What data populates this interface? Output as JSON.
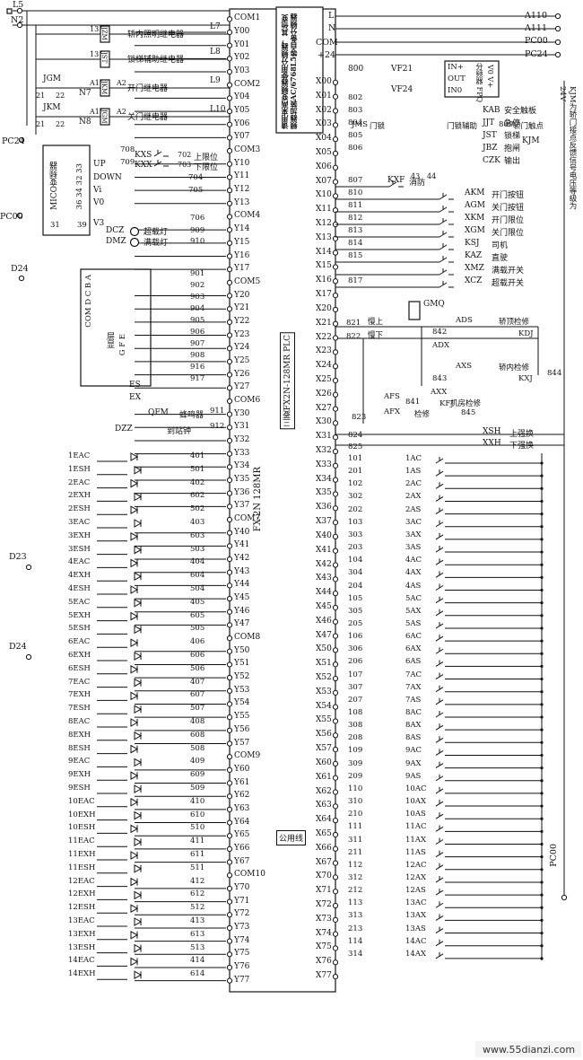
{
  "plc": {
    "model_vertical": "FX-2N 128MR",
    "note_vertical": "三菱FX2N-128MR PLC",
    "com_labels": [
      "COM1",
      "COM2",
      "COM3",
      "COM4",
      "COM5",
      "COM6",
      "COM7",
      "COM8",
      "COM9",
      "COM10"
    ],
    "y_outputs": [
      "Y00",
      "Y01",
      "Y02",
      "Y03",
      "Y04",
      "Y05",
      "Y06",
      "Y07",
      "Y10",
      "Y11",
      "Y12",
      "Y13",
      "Y14",
      "Y15",
      "Y16",
      "Y17",
      "Y20",
      "Y21",
      "Y22",
      "Y23",
      "Y24",
      "Y25",
      "Y26",
      "Y27",
      "Y30",
      "Y31",
      "Y32",
      "Y33",
      "Y34",
      "Y35",
      "Y36",
      "Y37",
      "Y40",
      "Y41",
      "Y42",
      "Y43",
      "Y44",
      "Y45",
      "Y46",
      "Y47",
      "Y50",
      "Y51",
      "Y52",
      "Y53",
      "Y54",
      "Y55",
      "Y56",
      "Y57",
      "Y60",
      "Y61",
      "Y62",
      "Y63",
      "Y64",
      "Y65",
      "Y66",
      "Y67",
      "Y70",
      "Y71",
      "Y72",
      "Y73",
      "Y74",
      "Y75",
      "Y76",
      "Y77"
    ],
    "x_inputs": [
      "X00",
      "X01",
      "X02",
      "X03",
      "X04",
      "X05",
      "X06",
      "X07",
      "X10",
      "X11",
      "X12",
      "X13",
      "X14",
      "X15",
      "X16",
      "X17",
      "X20",
      "X21",
      "X22",
      "X23",
      "X24",
      "X25",
      "X26",
      "X27",
      "X30",
      "X31",
      "X32",
      "X33",
      "X34",
      "X35",
      "X36",
      "X37",
      "X40",
      "X41",
      "X42",
      "X43",
      "X44",
      "X45",
      "X46",
      "X47",
      "X50",
      "X51",
      "X52",
      "X53",
      "X54",
      "X55",
      "X56",
      "X57",
      "X60",
      "X61",
      "X62",
      "X63",
      "X64",
      "X65",
      "X66",
      "X67",
      "X70",
      "X71",
      "X72",
      "X73",
      "X74",
      "X75",
      "X76",
      "X77"
    ],
    "top_right_terminals": [
      "L",
      "N",
      "COM",
      "+24"
    ],
    "common_line_label": "公用线"
  },
  "power": {
    "left_lines": [
      "L5",
      "N2",
      "PC24",
      "PC00",
      "D24",
      "D23",
      "D24"
    ],
    "right_lines": [
      "A110",
      "A111",
      "PC00",
      "PC24"
    ],
    "bottom_right": "PC00"
  },
  "relays": [
    {
      "code": "JZM",
      "num": "13",
      "label": "轿内照明继电器",
      "wire": "L7"
    },
    {
      "code": "JST",
      "num": "13",
      "label": "锁梯辅助继电器",
      "wire": "L8"
    },
    {
      "code": "JKM",
      "num": "A1",
      "label": "开门继电器",
      "wire": "L9",
      "switch": "JGM",
      "n": "N7"
    },
    {
      "code": "JGM",
      "num": "A1",
      "label": "关门继电器",
      "wire": "L10",
      "switch": "JKM",
      "n": "N8"
    }
  ],
  "inverter": {
    "name": "MICO变频器",
    "terminals": [
      "UP",
      "DOWN",
      "Vi",
      "V0",
      "V3"
    ],
    "pins": "36 34 32 33",
    "pin31": "31",
    "pin39": "39",
    "limits": [
      {
        "code": "KXS",
        "num": "702",
        "label": "上限位"
      },
      {
        "code": "KXX",
        "num": "703",
        "label": "下限位"
      }
    ],
    "wires": [
      "708",
      "709",
      "704",
      "705",
      "706"
    ]
  },
  "lamps": [
    {
      "code": "DCZ",
      "label": "超载灯",
      "wire": "909"
    },
    {
      "code": "DMZ",
      "label": "满载灯",
      "wire": "910"
    }
  ],
  "display": {
    "label": "层显",
    "pins_top": "COM  D  C  B  A",
    "pins_bottom": "G F E",
    "es": "ES",
    "ex": "EX",
    "wires": [
      "901",
      "902",
      "903",
      "904",
      "905",
      "906",
      "907",
      "908",
      "916",
      "917"
    ]
  },
  "buzzer": {
    "code": "QFM",
    "label": "蜂鸣器",
    "wire": "911"
  },
  "gong": {
    "code": "DZZ",
    "label": "到站钟",
    "wire": "912"
  },
  "floor_indicators": [
    {
      "name": "1EAC",
      "wire": "401"
    },
    {
      "name": "1ESH",
      "wire": "501"
    },
    {
      "name": "2EAC",
      "wire": "402"
    },
    {
      "name": "2EXH",
      "wire": "602"
    },
    {
      "name": "2ESH",
      "wire": "502"
    },
    {
      "name": "3EAC",
      "wire": "403"
    },
    {
      "name": "3EXH",
      "wire": "603"
    },
    {
      "name": "3ESH",
      "wire": "503"
    },
    {
      "name": "4EAC",
      "wire": "404"
    },
    {
      "name": "4EXH",
      "wire": "604"
    },
    {
      "name": "4ESH",
      "wire": "504"
    },
    {
      "name": "5EAC",
      "wire": "405"
    },
    {
      "name": "5EXH",
      "wire": "605"
    },
    {
      "name": "5ESH",
      "wire": "505"
    },
    {
      "name": "6EAC",
      "wire": "406"
    },
    {
      "name": "6EXH",
      "wire": "606"
    },
    {
      "name": "6ESH",
      "wire": "506"
    },
    {
      "name": "7EAC",
      "wire": "407"
    },
    {
      "name": "7EXH",
      "wire": "607"
    },
    {
      "name": "7ESH",
      "wire": "507"
    },
    {
      "name": "8EAC",
      "wire": "408"
    },
    {
      "name": "8EXH",
      "wire": "608"
    },
    {
      "name": "8ESH",
      "wire": "508"
    },
    {
      "name": "9EAC",
      "wire": "409"
    },
    {
      "name": "9EXH",
      "wire": "609"
    },
    {
      "name": "9ESH",
      "wire": "509"
    },
    {
      "name": "10EAC",
      "wire": "410"
    },
    {
      "name": "10EXH",
      "wire": "610"
    },
    {
      "name": "10ESH",
      "wire": "510"
    },
    {
      "name": "11EAC",
      "wire": "411"
    },
    {
      "name": "11EXH",
      "wire": "611"
    },
    {
      "name": "11ESH",
      "wire": "511"
    },
    {
      "name": "12EAC",
      "wire": "412"
    },
    {
      "name": "12EXH",
      "wire": "612"
    },
    {
      "name": "12ESH",
      "wire": "512"
    },
    {
      "name": "13EAC",
      "wire": "413"
    },
    {
      "name": "13EXH",
      "wire": "613"
    },
    {
      "name": "13ESH",
      "wire": "513"
    },
    {
      "name": "14EAC",
      "wire": "414"
    },
    {
      "name": "14EXH",
      "wire": "614"
    }
  ],
  "vfd_box": {
    "label": "分频器 FPQ",
    "rows": [
      "IN+",
      "OUT",
      "IN0"
    ],
    "right": "V0 V+",
    "wires": [
      "VF21",
      "VF24"
    ],
    "wire800": "800"
  },
  "note_box": "请用来两变频器使用分频器，其他变频器加装AC/6768L5等自备分频器",
  "inputs_top": [
    {
      "wire": "802",
      "code": ""
    },
    {
      "wire": "803",
      "code": "KAB",
      "label": "安全触板"
    },
    {
      "wire": "804",
      "code": "JJT",
      "label": "急停"
    },
    {
      "wire": "805",
      "code": "JST",
      "label": "锁梯"
    },
    {
      "wire": "806",
      "code": "JBZ",
      "label": "抱闸"
    },
    {
      "wire": "",
      "code": "CZK",
      "label": "输出"
    }
  ],
  "input_extra": [
    "JMS",
    "门锁",
    "门锁辅助",
    "809",
    "轿门触点",
    "KJM",
    "13",
    "14",
    "8",
    "12",
    "43",
    "44"
  ],
  "inputs_mid": [
    {
      "wire": "807",
      "code": "KXF",
      "label": "消防"
    },
    {
      "wire": "810",
      "code": "AKM",
      "label": "开门按钮"
    },
    {
      "wire": "811",
      "code": "AGM",
      "label": "关门按钮"
    },
    {
      "wire": "812",
      "code": "XKM",
      "label": "开门限位"
    },
    {
      "wire": "813",
      "code": "XGM",
      "label": "关门限位"
    },
    {
      "wire": "814",
      "code": "KSJ",
      "label": "司机"
    },
    {
      "wire": "815",
      "code": "KAZ",
      "label": "直驶"
    },
    {
      "wire": "",
      "code": "XMZ",
      "label": "满载开关"
    },
    {
      "wire": "817",
      "code": "XCZ",
      "label": "超载开关"
    }
  ],
  "kjm_note": "KJM为轿门接点反馈信号电压等级为24V",
  "maintenance": {
    "gmq": "GMQ",
    "items": [
      "慢上",
      "慢下",
      "ADS",
      "轿顶检修",
      "ADX",
      "842",
      "KDJ",
      "AXS",
      "轿内检修",
      "843",
      "844",
      "KXJ",
      "AXX",
      "机房检修",
      "KFJ",
      "AFS",
      "AFX",
      "检修",
      "821",
      "822",
      "823",
      "841",
      "845"
    ]
  },
  "strong_change": [
    {
      "wire": "824",
      "code": "XSH",
      "label": "上强换"
    },
    {
      "wire": "825",
      "code": "XXH",
      "label": "下强换"
    }
  ],
  "call_buttons": [
    {
      "wire": "101",
      "name": "1AC"
    },
    {
      "wire": "201",
      "name": "1AS"
    },
    {
      "wire": "102",
      "name": "2AC"
    },
    {
      "wire": "302",
      "name": "2AX"
    },
    {
      "wire": "202",
      "name": "2AS"
    },
    {
      "wire": "103",
      "name": "3AC"
    },
    {
      "wire": "303",
      "name": "3AX"
    },
    {
      "wire": "203",
      "name": "3AS"
    },
    {
      "wire": "104",
      "name": "4AC"
    },
    {
      "wire": "304",
      "name": "4AX"
    },
    {
      "wire": "204",
      "name": "4AS"
    },
    {
      "wire": "105",
      "name": "5AC"
    },
    {
      "wire": "305",
      "name": "5AX"
    },
    {
      "wire": "205",
      "name": "5AS"
    },
    {
      "wire": "106",
      "name": "6AC"
    },
    {
      "wire": "306",
      "name": "6AX"
    },
    {
      "wire": "206",
      "name": "6AS"
    },
    {
      "wire": "107",
      "name": "7AC"
    },
    {
      "wire": "307",
      "name": "7AX"
    },
    {
      "wire": "207",
      "name": "7AS"
    },
    {
      "wire": "108",
      "name": "8AC"
    },
    {
      "wire": "308",
      "name": "8AX"
    },
    {
      "wire": "208",
      "name": "8AS"
    },
    {
      "wire": "109",
      "name": "9AC"
    },
    {
      "wire": "309",
      "name": "9AX"
    },
    {
      "wire": "209",
      "name": "9AS"
    },
    {
      "wire": "110",
      "name": "10AC"
    },
    {
      "wire": "310",
      "name": "10AX"
    },
    {
      "wire": "210",
      "name": "10AS"
    },
    {
      "wire": "111",
      "name": "11AC"
    },
    {
      "wire": "311",
      "name": "11AX"
    },
    {
      "wire": "211",
      "name": "11AS"
    },
    {
      "wire": "112",
      "name": "12AC"
    },
    {
      "wire": "312",
      "name": "12AX"
    },
    {
      "wire": "212",
      "name": "12AS"
    },
    {
      "wire": "113",
      "name": "13AC"
    },
    {
      "wire": "313",
      "name": "13AX"
    },
    {
      "wire": "213",
      "name": "13AS"
    },
    {
      "wire": "114",
      "name": "14AC"
    },
    {
      "wire": "314",
      "name": "14AX"
    }
  ],
  "watermark": "www.55dianzi.com"
}
